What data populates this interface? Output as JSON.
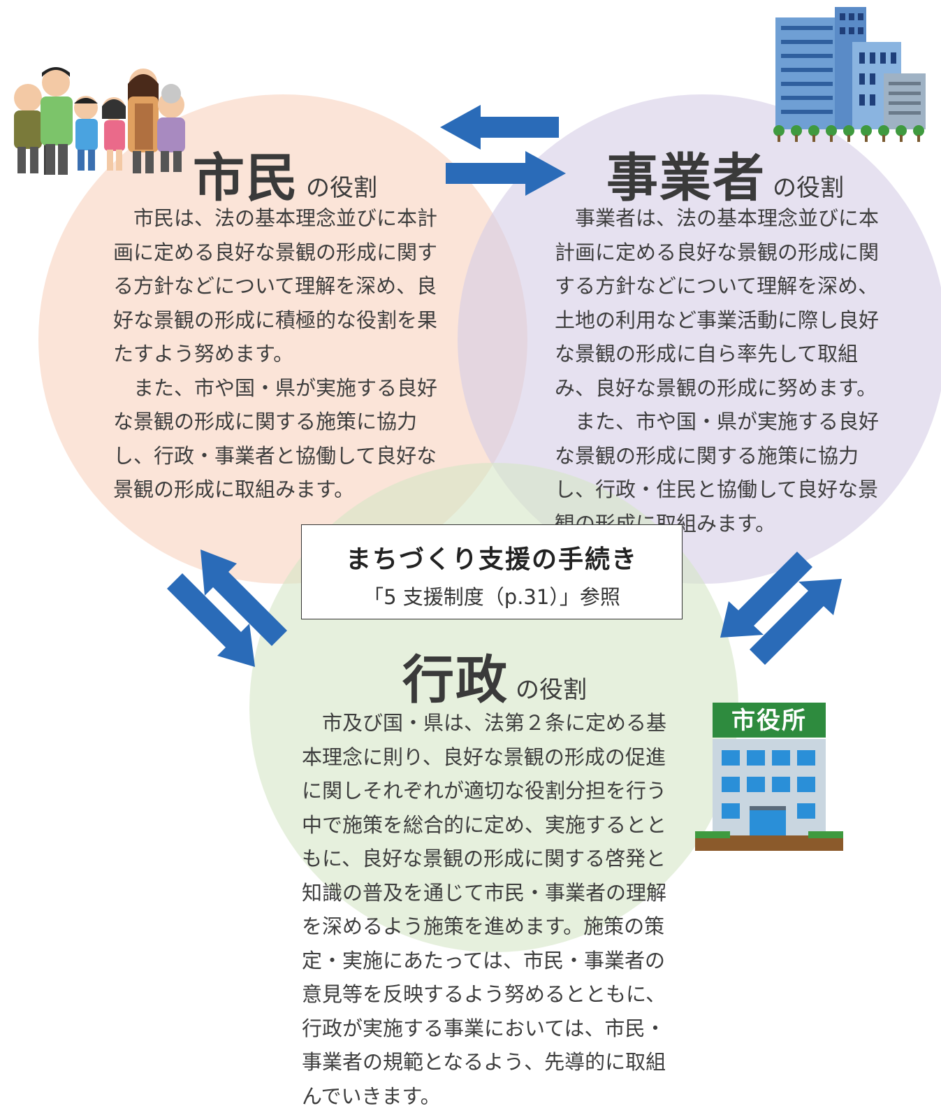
{
  "roles": {
    "shimin": {
      "title_big": "市民",
      "title_small": "の役割",
      "paragraphs": [
        "市民は、法の基本理念並びに本計画に定める良好な景観の形成に関する方針などについて理解を深め、良好な景観の形成に積極的な役割を果たすよう努めます。",
        "また、市や国・県が実施する良好な景観の形成に関する施策に協力し、行政・事業者と協働して良好な景観の形成に取組みます。"
      ]
    },
    "jigyosha": {
      "title_big": "事業者",
      "title_small": "の役割",
      "paragraphs": [
        "事業者は、法の基本理念並びに本計画に定める良好な景観の形成に関する方針などについて理解を深め、土地の利用など事業活動に際し良好な景観の形成に自ら率先して取組み、良好な景観の形成に努めます。",
        "また、市や国・県が実施する良好な景観の形成に関する施策に協力し、行政・住民と協働して良好な景観の形成に取組みます。"
      ]
    },
    "gyosei": {
      "title_big": "行政",
      "title_small": "の役割",
      "paragraphs": [
        "市及び国・県は、法第２条に定める基本理念に則り、良好な景観の形成の促進に関しそれぞれが適切な役割分担を行う中で施策を総合的に定め、実施するとともに、良好な景観の形成に関する啓発と知識の普及を通じて市民・事業者の理解を深めるよう施策を進めます。施策の策定・実施にあたっては、市民・事業者の意見等を反映するよう努めるとともに、行政が実施する事業においては、市民・事業者の規範となるよう、先導的に取組んでいきます。"
      ]
    }
  },
  "support_box": {
    "title": "まちづくり支援の手続き",
    "reference": "「5 支援制度（p.31）」参照"
  },
  "city_hall_sign": "市役所",
  "icons": [
    "citizens-group-illustration",
    "office-buildings-illustration",
    "city-hall-illustration",
    "double-arrow"
  ],
  "colors": {
    "shimin_circle": "#f8d2be",
    "jigyosha_circle": "#d6cde6",
    "gyosei_circle": "#d6e6c6",
    "arrow": "#2a6bb8",
    "city_hall_sign_bg": "#2e8b3e"
  }
}
